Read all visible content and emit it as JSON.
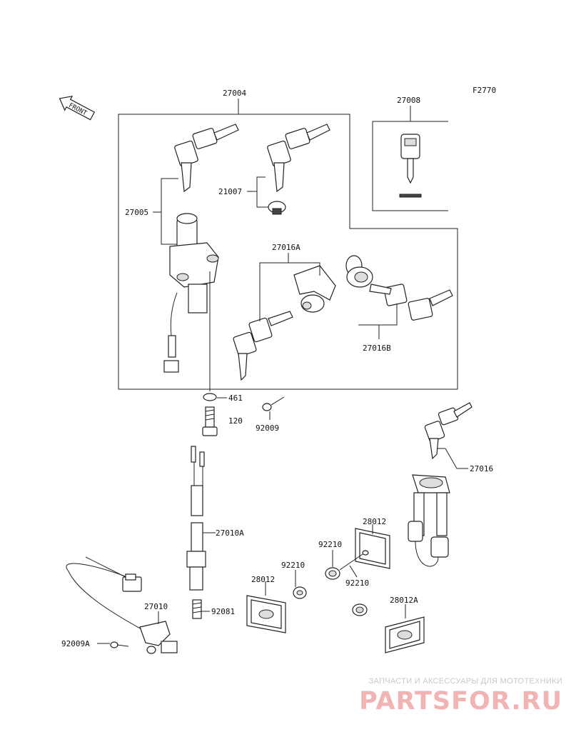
{
  "figure_code": "F2770",
  "front_label": "FRONT",
  "labels": {
    "p27004": "27004",
    "p27008": "27008",
    "p27005": "27005",
    "p21007": "21007",
    "p27016A": "27016A",
    "p27016B": "27016B",
    "p461": "461",
    "p120": "120",
    "p92009": "92009",
    "p27016": "27016",
    "p27010A": "27010A",
    "p28012_top": "28012",
    "p92210_left": "92210",
    "p92210_mid": "92210",
    "p92210_right": "92210",
    "p28012_bottom": "28012",
    "p28012A": "28012A",
    "p27010": "27010",
    "p92081": "92081",
    "p92009A": "92009A"
  },
  "watermark": {
    "line1": "ЗАПЧАСТИ И АКСЕССУАРЫ ДЛЯ МОТОТЕХНИКИ",
    "line2": "PARTSFOR.RU"
  }
}
